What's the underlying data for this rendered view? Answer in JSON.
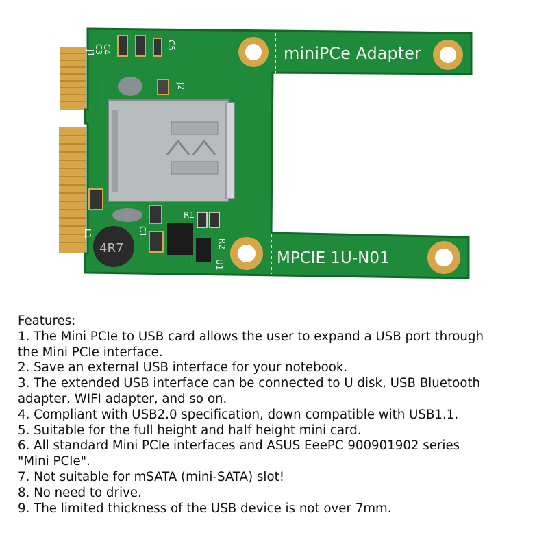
{
  "board": {
    "title_text": "miniPCe  Adapter",
    "model_text": "MPCIE  1U-N01",
    "inductor_text": "4R7",
    "silk_labels": [
      "C4",
      "C3",
      "C5",
      "J1",
      "J2",
      "L1",
      "R1",
      "R2",
      "C1",
      "U1"
    ],
    "colors": {
      "pcb": "#1f8a3a",
      "pcb_dark": "#0f6a28",
      "gold": "#d7a64a",
      "usb_metal": "#b9bcbf"
    }
  },
  "features": {
    "heading": "Features:",
    "lines": [
      "1. The Mini PCIe to USB card allows the user to expand a USB port through",
      "the Mini PCIe interface.",
      "2. Save an external USB interface for your notebook.",
      "3. The extended USB interface can be connected to U disk, USB Bluetooth",
      "adapter, WIFI adapter, and so on.",
      "4. Compliant with USB2.0 specification, down compatible with USB1.1.",
      "5. Suitable for the full height and half height mini card.",
      "6. All standard Mini PCIe interfaces and ASUS EeePC 900901902 series",
      " \"Mini PCIe\".",
      "7. Not suitable for mSATA (mini-SATA) slot!",
      "8. No need to drive.",
      "9. The limited thickness of the USB device is not over 7mm."
    ]
  }
}
